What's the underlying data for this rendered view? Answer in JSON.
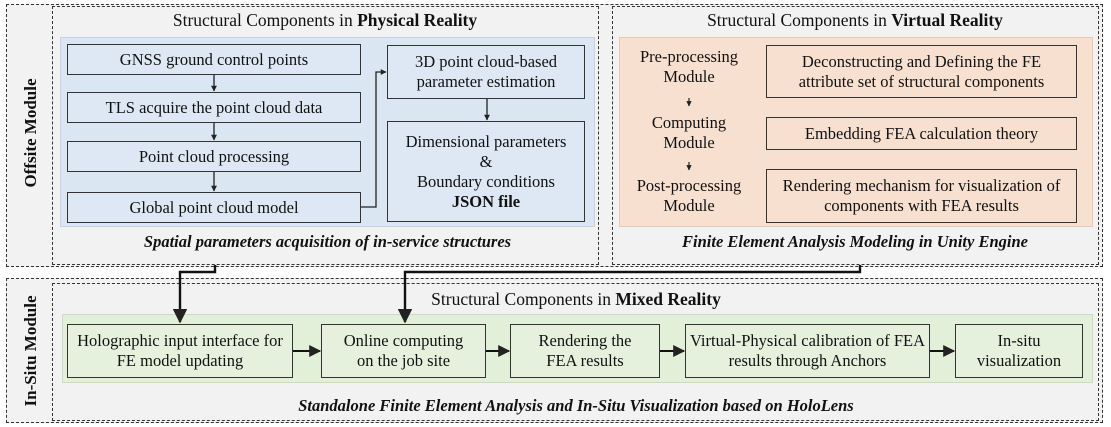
{
  "modules": {
    "offsite": "Offsite Module",
    "insitu": "In-Situ Module"
  },
  "physical": {
    "title_prefix": "Structural Components in ",
    "title_bold": "Physical Reality",
    "steps": [
      "GNSS ground control points",
      "TLS acquire the point cloud data",
      "Point cloud processing",
      "Global point cloud model"
    ],
    "estimation": "3D point cloud-based parameter estimation",
    "output_line1": "Dimensional parameters",
    "output_amp": "&",
    "output_line2": "Boundary conditions",
    "output_line3": "JSON file",
    "caption": "Spatial parameters acquisition of in-service structures"
  },
  "virtual": {
    "title_prefix": "Structural Components in ",
    "title_bold": "Virtual Reality",
    "modules": [
      "Pre-processing Module",
      "Computing Module",
      "Post-processing Module"
    ],
    "boxes": [
      "Deconstructing and Defining the FE attribute set of structural components",
      "Embedding FEA calculation theory",
      "Rendering mechanism for visualization of components with FEA results"
    ],
    "caption": "Finite Element Analysis Modeling in Unity Engine"
  },
  "mixed": {
    "title_prefix": "Structural Components in ",
    "title_bold": "Mixed Reality",
    "steps": [
      "Holographic input interface for FE model updating",
      "Online computing on the job site",
      "Rendering the FEA results",
      "Virtual-Physical calibration of FEA results through Anchors",
      "In-situ visualization"
    ],
    "caption": "Standalone Finite Element Analysis and In-Situ Visualization based on HoloLens"
  },
  "colors": {
    "blue_panel": "#dbe6f3",
    "orange_panel": "#f8e0d0",
    "green_panel": "#e2f0d9",
    "grey_background": "#f2f2f2",
    "stroke": "#333333"
  }
}
